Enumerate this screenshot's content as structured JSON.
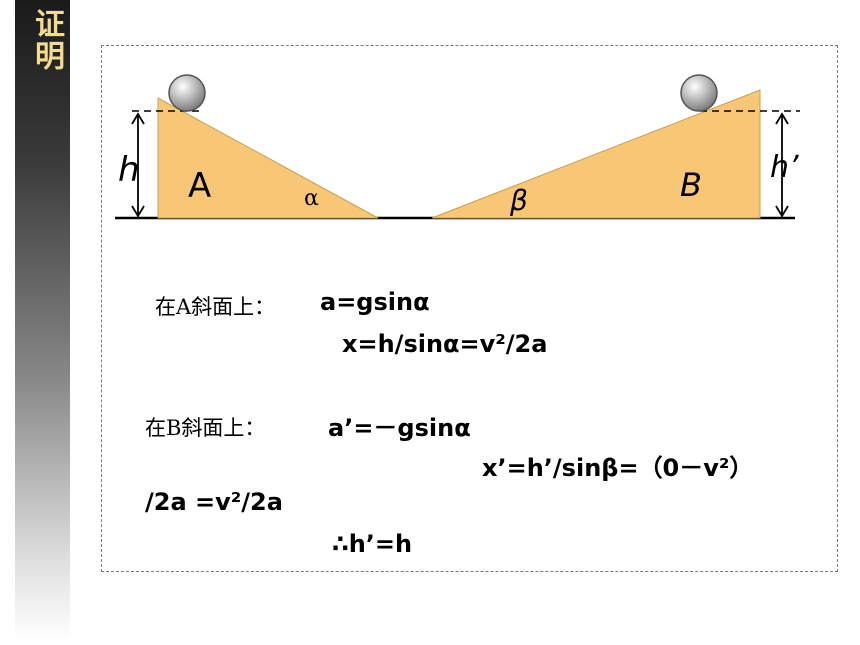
{
  "sidebar": {
    "title": "证明"
  },
  "diagram": {
    "colors": {
      "incline_fill": "#f8c776",
      "line": "#000000",
      "ball": "#b0b0b0"
    },
    "labels": {
      "h": "h",
      "h_prime": "h’",
      "A": "A",
      "B": "B",
      "alpha": "α",
      "beta": "β"
    }
  },
  "proof": {
    "line1_cn": "在A斜面上：",
    "line1_math": "a=gsinα",
    "line2_math": "x=h/sinα=v²/2a",
    "line3_cn": "在B斜面上：",
    "line3_math": "a’=－gsinα",
    "line4_math": "x’=h’/sinβ=（0－v²）",
    "line5_math": "/2a =v²/2a",
    "line6_math": "∴h’=h"
  }
}
